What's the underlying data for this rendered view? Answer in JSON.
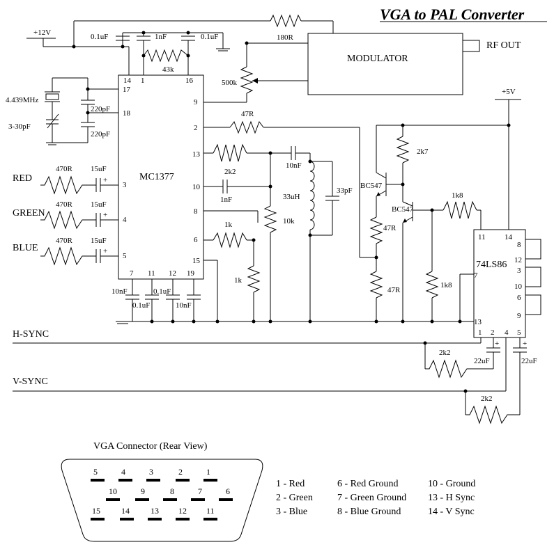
{
  "title": "VGA to PAL Converter",
  "power": {
    "v12": "+12V",
    "v5": "+5V"
  },
  "chips": {
    "mc1377": "MC1377",
    "ls86": "74LS86",
    "modulator": "MODULATOR",
    "rf_out": "RF OUT"
  },
  "inputs": {
    "red": "RED",
    "green": "GREEN",
    "blue": "BLUE",
    "hsync": "H-SYNC",
    "vsync": "V-SYNC"
  },
  "components": {
    "c01uf": "0.1uF",
    "c1nf": "1nF",
    "c01uf_b": "0.1uF",
    "r180": "180R",
    "r43k": "43k",
    "crystal": "4.439MHz",
    "trim": "3-30pF",
    "c220a": "220pF",
    "c220b": "220pF",
    "pot500k": "500k",
    "r47a": "47R",
    "r2k2a": "2k2",
    "c1nf_b": "1nF",
    "c10nf_a": "10nF",
    "l33uh": "33uH",
    "c33pf": "33pF",
    "r10k": "10k",
    "r1k_a": "1k",
    "r1k_b": "1k",
    "r470a": "470R",
    "r470b": "470R",
    "r470c": "470R",
    "c15a": "15uF",
    "c15b": "15uF",
    "c15c": "15uF",
    "c10nf_b": "10nF",
    "c01uf_c": "0.1uF",
    "c01uf_d": "0.1uF",
    "c10nf_c": "10nF",
    "q1": "BC547",
    "q2": "BC547",
    "r2k7": "2k7",
    "r47b": "47R",
    "r47c": "47R",
    "r1k8a": "1k8",
    "r1k8b": "1k8",
    "r2k2b": "2k2",
    "r2k2c": "2k2",
    "c22a": "22uF",
    "c22b": "22uF"
  },
  "pins_mc": [
    "14",
    "1",
    "16",
    "17",
    "18",
    "9",
    "2",
    "13",
    "10",
    "3",
    "8",
    "4",
    "6",
    "5",
    "15",
    "7",
    "11",
    "12",
    "19"
  ],
  "pins_ls": [
    "11",
    "14",
    "8",
    "12",
    "3",
    "10",
    "6",
    "9",
    "7",
    "13",
    "1",
    "2",
    "4",
    "5"
  ],
  "vga": {
    "caption": "VGA Connector (Rear View)",
    "row1": [
      "5",
      "4",
      "3",
      "2",
      "1"
    ],
    "row2": [
      "10",
      "9",
      "8",
      "7",
      "6"
    ],
    "row3": [
      "15",
      "14",
      "13",
      "12",
      "11"
    ]
  },
  "legend": [
    "1 - Red",
    "2 - Green",
    "3 - Blue",
    "6 - Red Ground",
    "7 - Green Ground",
    "8 - Blue Ground",
    "10 - Ground",
    "13 - H Sync",
    "14 - V Sync"
  ]
}
